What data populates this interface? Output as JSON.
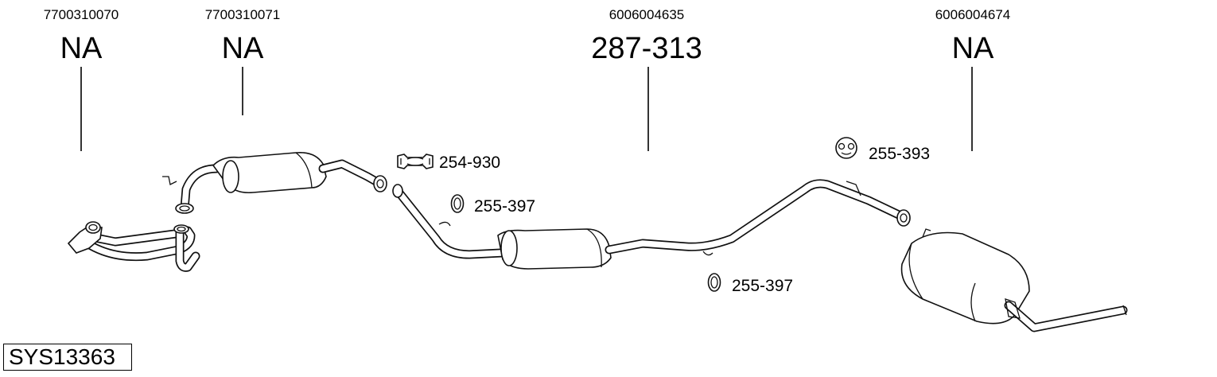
{
  "system_code": "SYS13363",
  "parts": [
    {
      "oe_number": "7700310070",
      "part_number": "NA"
    },
    {
      "oe_number": "7700310071",
      "part_number": "NA"
    },
    {
      "oe_number": "6006004635",
      "part_number": "287-313"
    },
    {
      "oe_number": "6006004674",
      "part_number": "NA"
    }
  ],
  "accessories": [
    {
      "label": "254-930",
      "icon": "clamp-icon"
    },
    {
      "label": "255-397",
      "icon": "rubber-ring-icon"
    },
    {
      "label": "255-393",
      "icon": "rubber-hanger-icon"
    },
    {
      "label": "255-397",
      "icon": "rubber-ring-icon"
    }
  ]
}
